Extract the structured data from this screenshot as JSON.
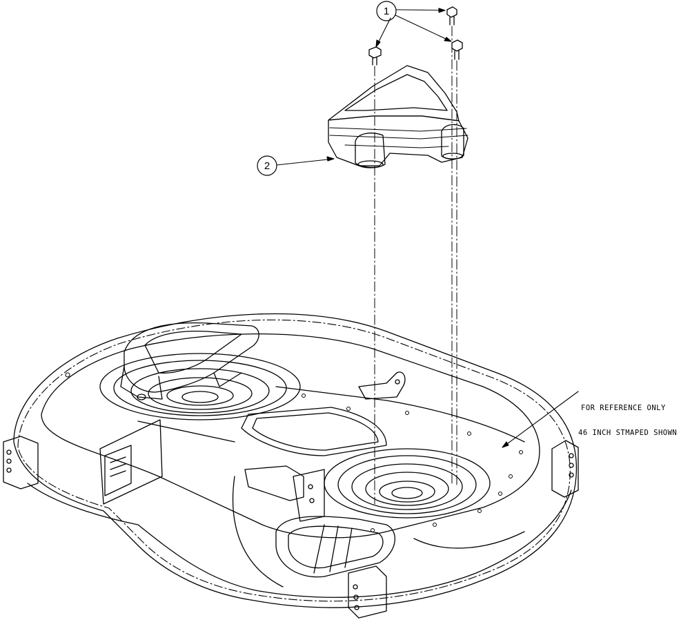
{
  "callouts": [
    {
      "number": "1"
    },
    {
      "number": "2"
    }
  ],
  "note": {
    "line1": "FOR REFERENCE ONLY",
    "line2": "46 INCH STMAPED SHOWN"
  },
  "colors": {
    "ink": "#000000",
    "paper": "#ffffff"
  }
}
